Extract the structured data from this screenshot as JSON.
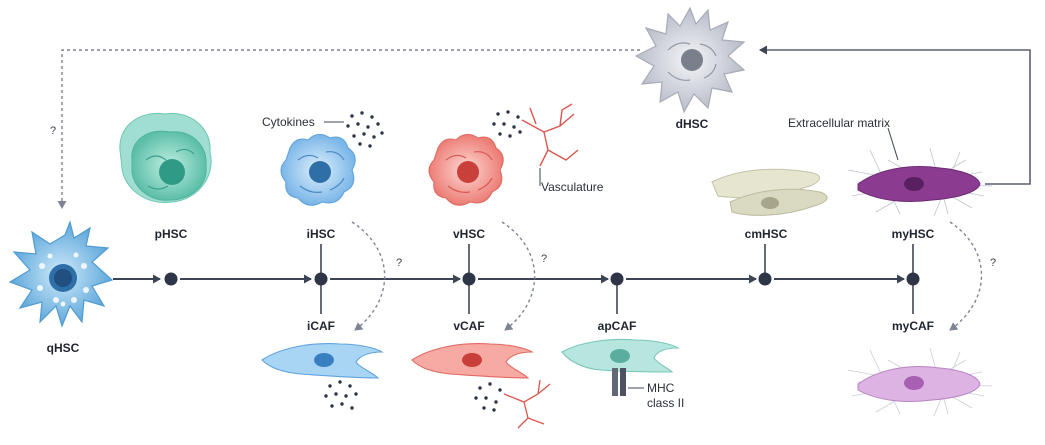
{
  "cells": {
    "qhsc": "qHSC",
    "phsc": "pHSC",
    "ihsc": "iHSC",
    "vhsc": "vHSC",
    "dhsc": "dHSC",
    "cmhsc": "cmHSC",
    "myhsc": "myHSC",
    "icaf": "iCAF",
    "vcaf": "vCAF",
    "apcaf": "apCAF",
    "mycaf": "myCAF"
  },
  "annotations": {
    "cytokines": "Cytokines",
    "vasculature": "Vasculature",
    "extracellular_matrix": "Extracellular matrix",
    "mhc_line1": "MHC",
    "mhc_line2": "class II",
    "unknown": "?"
  },
  "colors": {
    "line": "#3d4456",
    "node": "#2e3547",
    "dashed": "#7d8494",
    "qhsc": "#6fb3e0",
    "phsc": "#6cc8b4",
    "ihsc": "#8ec4ef",
    "vhsc": "#f08a84",
    "dhsc": "#c9ccd6",
    "cmhsc": "#dcdcc6",
    "myhsc": "#8e3f93",
    "icaf": "#8ec7f1",
    "vcaf": "#f39a92",
    "apcaf": "#9fdcd2",
    "mycaf": "#d7a9df"
  }
}
